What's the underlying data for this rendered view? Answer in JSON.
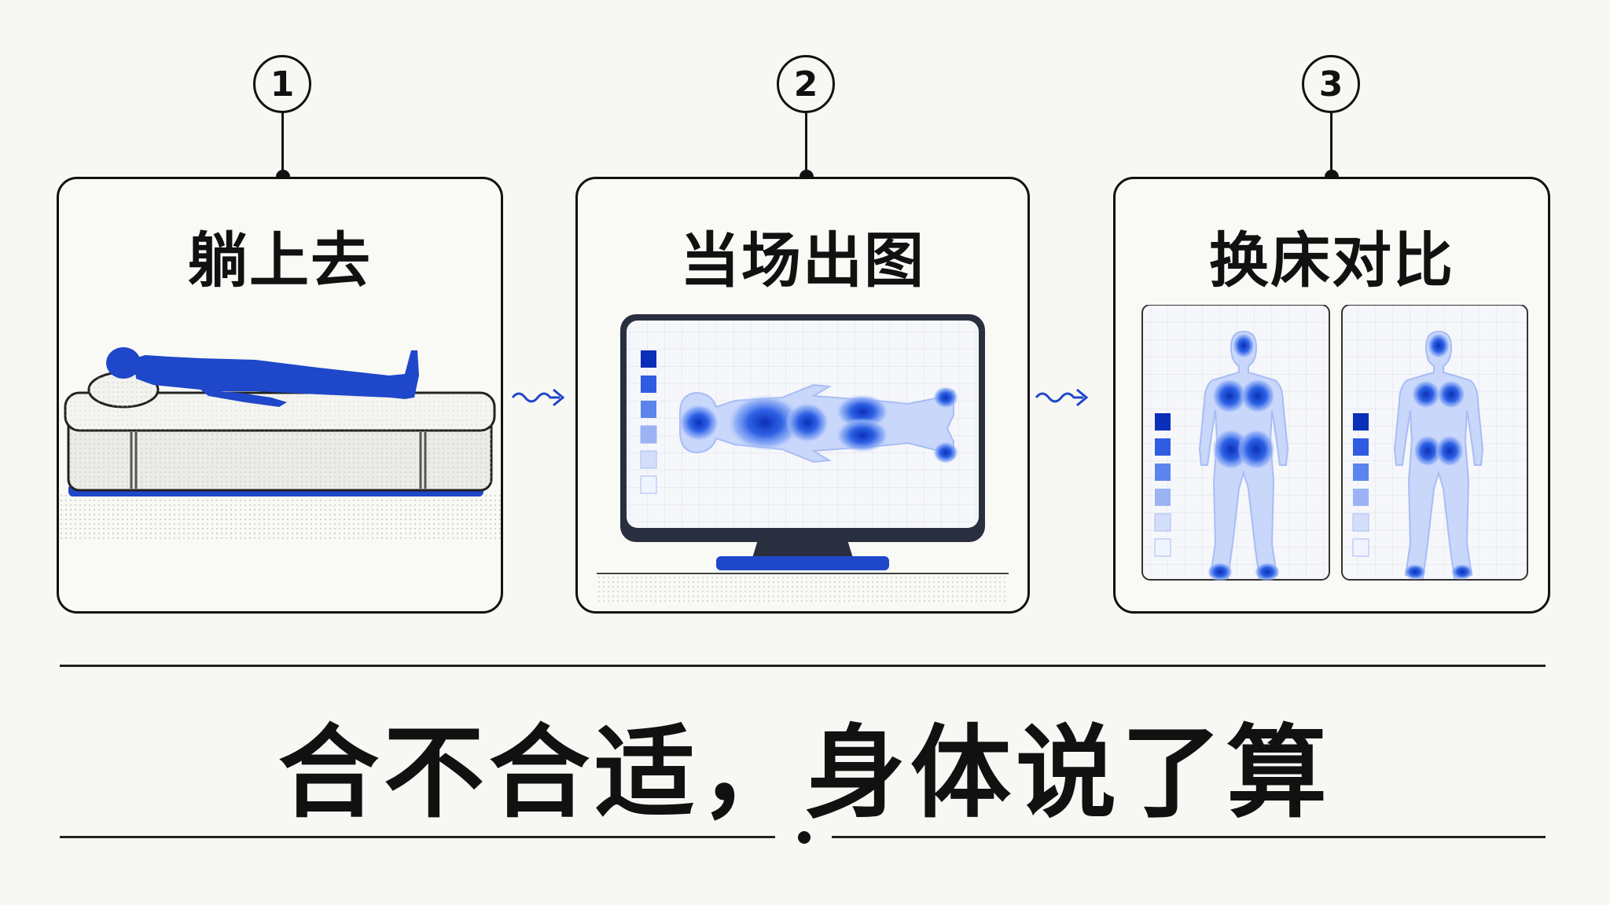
{
  "steps": [
    {
      "number": "1",
      "title": "躺上去"
    },
    {
      "number": "2",
      "title": "当场出图"
    },
    {
      "number": "3",
      "title": "换床对比"
    }
  ],
  "slogan": "合不合适，身体说了算",
  "colors": {
    "accent": "#1e47c9",
    "ink": "#111111",
    "background": "#f7f7f3"
  },
  "icons": [
    "person-on-mattress-icon",
    "monitor-heatmap-icon",
    "body-pressure-map-icon",
    "squiggle-arrow-icon"
  ]
}
